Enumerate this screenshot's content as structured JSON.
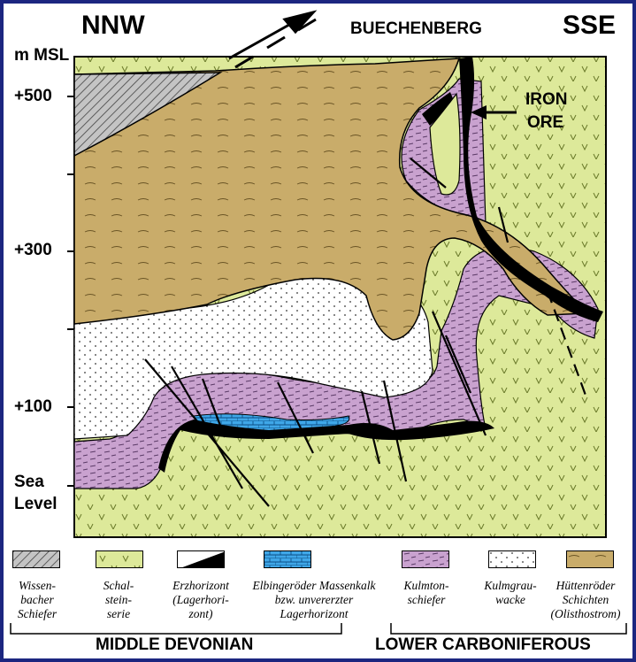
{
  "header": {
    "left_direction": "NNW",
    "right_direction": "SSE",
    "location": "BUECHENBERG",
    "axis_unit": "m MSL"
  },
  "elevation_ticks": [
    "+500",
    "+300",
    "+100",
    "Sea",
    "Level"
  ],
  "annotation": {
    "line1": "IRON",
    "line2": "ORE"
  },
  "legend": {
    "items": [
      {
        "name": "wissenbacher",
        "label": "Wissen-\nbacher\nSchiefer",
        "color": "#a8a8a8"
      },
      {
        "name": "schalstein",
        "label": "Schal-\nstein-\nserie",
        "color": "#dde99a"
      },
      {
        "name": "erzhorizont",
        "label": "Erzhorizont\n(Lagerhori-\nzont)",
        "color": "#000000"
      },
      {
        "name": "massenkalk",
        "label": "Elbingeröder Massenkalk\nbzw. unvererzter\nLagerhorizont",
        "color": "#3fa7e8"
      },
      {
        "name": "kulmtonschiefer",
        "label": "Kulmton-\nschiefer",
        "color": "#c9a2cf"
      },
      {
        "name": "kulmgrauwacke",
        "label": "Kulmgrau-\nwacke",
        "color": "#ffffff"
      },
      {
        "name": "huettenroeder",
        "label": "Hüttenröder\nSchichten\n(Olisthostrom)",
        "color": "#c9ac6a"
      }
    ],
    "group_left": "MIDDLE DEVONIAN",
    "group_right": "LOWER CARBONIFEROUS"
  }
}
